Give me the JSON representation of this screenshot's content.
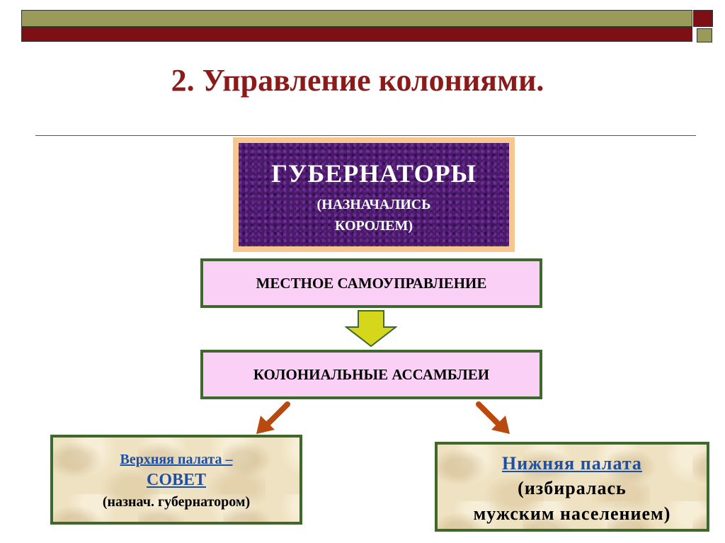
{
  "title": "2. Управление колониями.",
  "governors": {
    "title": "ГУБЕРНАТОРЫ",
    "subtitle_line1": "(НАЗНАЧАЛИСЬ",
    "subtitle_line2": "КОРОЛЕМ)"
  },
  "local_government": "МЕСТНОЕ САМОУПРАВЛЕНИЕ",
  "colonial_assemblies": "КОЛОНИАЛЬНЫЕ АССАМБЛЕИ",
  "upper_house": {
    "line1": "Верхняя палата –",
    "line2": "СОВЕТ",
    "line3": "(назнач. губернатором)"
  },
  "lower_house": {
    "line1": "Нижняя палата ",
    "line2": "(избиралась",
    "line3": "мужским населением)"
  },
  "colors": {
    "title": "#8b1a1a",
    "box_border": "#3d6a2c",
    "pink_fill": "#fbd0f6",
    "governors_fill": "#4a1a6a",
    "governors_frame": "#f6c78f",
    "link": "#1f4fa0",
    "yellow_arrow": "#d6d61a",
    "brown_arrow": "#b84a10"
  }
}
